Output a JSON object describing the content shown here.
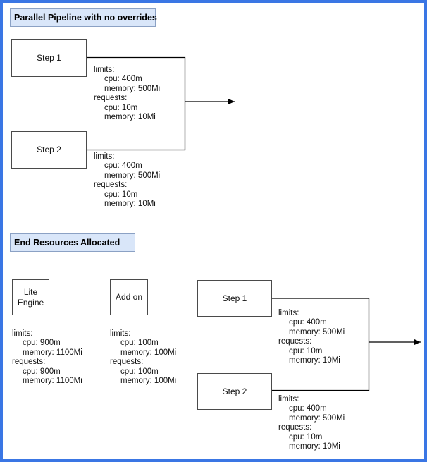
{
  "colors": {
    "frame_border": "#3a76e4",
    "title_fill": "#d9e6f9",
    "title_stroke": "#8ba1c4",
    "node_stroke": "#4a4a4a",
    "connector": "#000000"
  },
  "sections": {
    "pipeline": {
      "title": "Parallel Pipeline with no overrides"
    },
    "end_resources": {
      "title": "End Resources Allocated"
    }
  },
  "nodes": {
    "pipeline_step1": {
      "label": "Step 1"
    },
    "pipeline_step2": {
      "label": "Step 2"
    },
    "lite_engine": {
      "label": "Lite\nEngine"
    },
    "add_on": {
      "label": "Add on"
    },
    "end_step1": {
      "label": "Step 1"
    },
    "end_step2": {
      "label": "Step 2"
    }
  },
  "resources": {
    "pipeline_step1": {
      "lines": [
        "limits:",
        "cpu: 400m",
        "memory: 500Mi",
        "requests:",
        "cpu: 10m",
        "memory: 10Mi"
      ]
    },
    "pipeline_step2": {
      "lines": [
        "limits:",
        "cpu: 400m",
        "memory: 500Mi",
        "requests:",
        "cpu: 10m",
        "memory: 10Mi"
      ]
    },
    "lite_engine": {
      "lines": [
        "limits:",
        "cpu: 900m",
        "memory: 1100Mi",
        "requests:",
        "cpu: 900m",
        "memory: 1100Mi"
      ]
    },
    "add_on": {
      "lines": [
        "limits:",
        "cpu: 100m",
        "memory: 100Mi",
        "requests:",
        "cpu: 100m",
        "memory: 100Mi"
      ]
    },
    "end_step1": {
      "lines": [
        "limits:",
        "cpu: 400m",
        "memory: 500Mi",
        "requests:",
        "cpu: 10m",
        "memory: 10Mi"
      ]
    },
    "end_step2": {
      "lines": [
        "limits:",
        "cpu: 400m",
        "memory: 500Mi",
        "requests:",
        "cpu: 10m",
        "memory: 10Mi"
      ]
    }
  }
}
